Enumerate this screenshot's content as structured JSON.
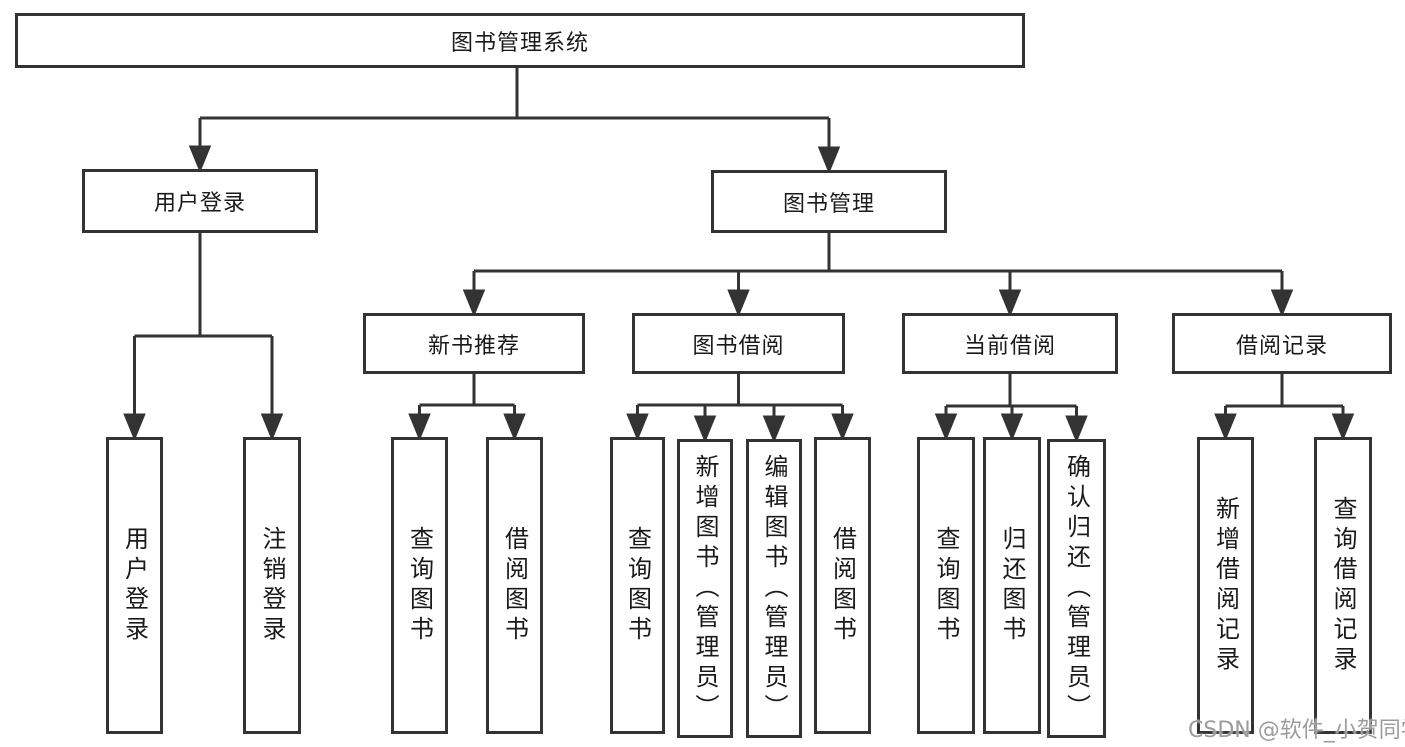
{
  "diagram": {
    "type": "tree",
    "title": "图书管理系统",
    "watermark": "CSDN @软件_小贺同学",
    "colors": {
      "line": "#333333",
      "box_border": "#333333",
      "text": "#1a1a1a",
      "watermark": "#9c9c9c",
      "background": "#ffffff"
    },
    "nodes": {
      "root": "图书管理系统",
      "user_login": "用户登录",
      "book_mgmt": "图书管理",
      "new_book_rec": "新书推荐",
      "book_borrow": "图书借阅",
      "current_borrow": "当前借阅",
      "borrow_records": "借阅记录",
      "ul_user_login": "用户登录",
      "ul_logout": "注销登录",
      "nb_query_book": "查询图书",
      "nb_borrow_book": "借阅图书",
      "bb_query_book": "查询图书",
      "bb_add_book": "新增图书（管理员）",
      "bb_edit_book": "编辑图书（管理员）",
      "bb_borrow_book": "借阅图书",
      "cb_query_book": "查询图书",
      "cb_return_book": "归还图书",
      "cb_confirm_return": "确认归还（管理员）",
      "br_add_record": "新增借阅记录",
      "br_query_record": "查询借阅记录"
    },
    "hierarchy": {
      "图书管理系统": {
        "用户登录": [
          "用户登录",
          "注销登录"
        ],
        "图书管理": {
          "新书推荐": [
            "查询图书",
            "借阅图书"
          ],
          "图书借阅": [
            "查询图书",
            "新增图书（管理员）",
            "编辑图书（管理员）",
            "借阅图书"
          ],
          "当前借阅": [
            "查询图书",
            "归还图书",
            "确认归还（管理员）"
          ],
          "借阅记录": [
            "新增借阅记录",
            "查询借阅记录"
          ]
        }
      }
    }
  }
}
